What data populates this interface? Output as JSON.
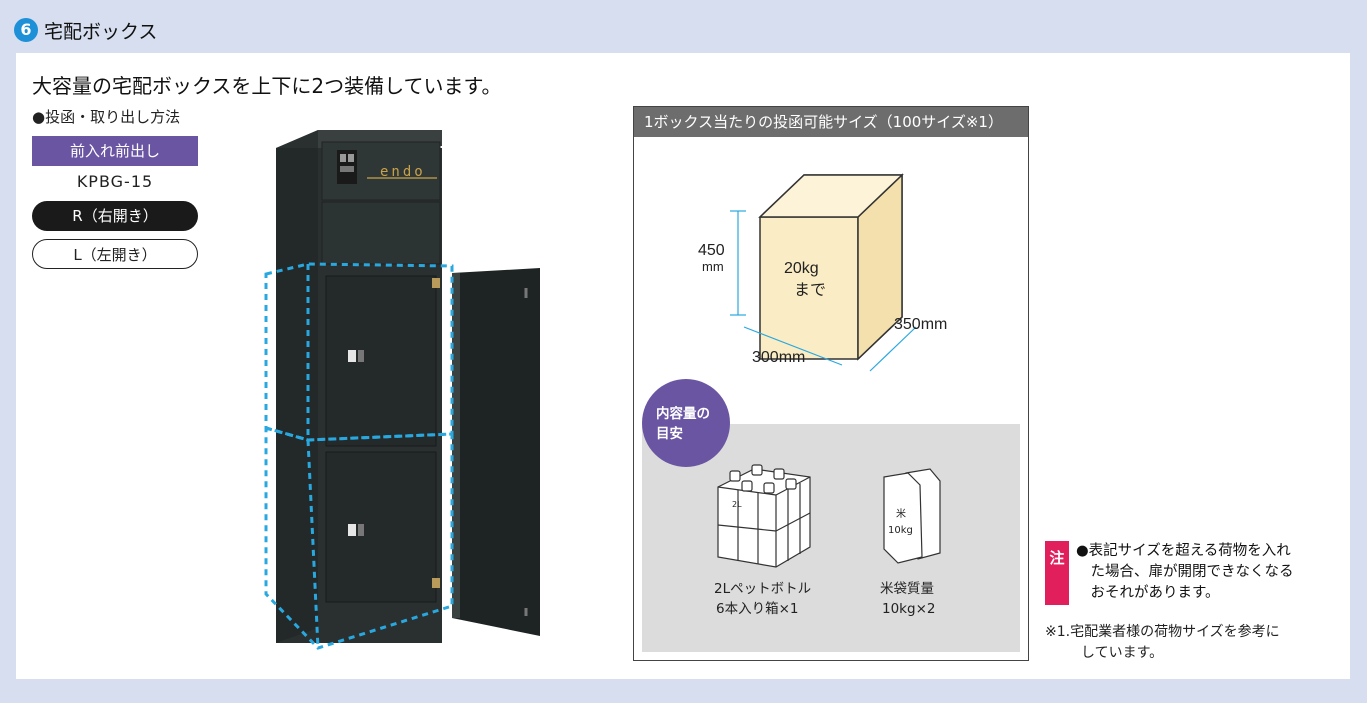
{
  "section": {
    "number": "6",
    "title": "宅配ボックス"
  },
  "headline": "大容量の宅配ボックスを上下に2つ装備しています。",
  "method": {
    "label": "●投函・取り出し方法",
    "badge": "前入れ前出し",
    "model": "KPBG-15",
    "options": [
      "R（右開き）",
      "L（左開き）"
    ]
  },
  "cabinet": {
    "brand": "endo"
  },
  "spec": {
    "title": "1ボックス当たりの投函可能サイズ（100サイズ※1）",
    "height": {
      "value": "450",
      "unit": "mm"
    },
    "weight": [
      "20kg",
      "まで"
    ],
    "width": "300mm",
    "depth": "350mm",
    "capacity_badge": [
      "内容量の",
      "目安"
    ],
    "items": [
      {
        "name": "bottle-box",
        "lines": [
          "2Lペットボトル",
          "6本入り箱×1"
        ],
        "label_inside": "2L"
      },
      {
        "name": "rice-bag",
        "lines": [
          "米袋質量",
          "10kg×2"
        ],
        "label_inside": [
          "米",
          "10kg"
        ]
      }
    ]
  },
  "notice": {
    "mark": "注",
    "lines": [
      "●表記サイズを超える荷物を入れ",
      "　た場合、扉が開閉できなくなる",
      "　おそれがあります。"
    ]
  },
  "footnote": [
    "※1.宅配業者様の荷物サイズを参考に",
    "しています。"
  ],
  "colors": {
    "accent_purple": "#6a55a3",
    "header_blue": "#1e90d8",
    "notice_pink": "#e11f5d",
    "cube_fill": "#faedc5",
    "dotted_blue": "#29a8e0"
  }
}
